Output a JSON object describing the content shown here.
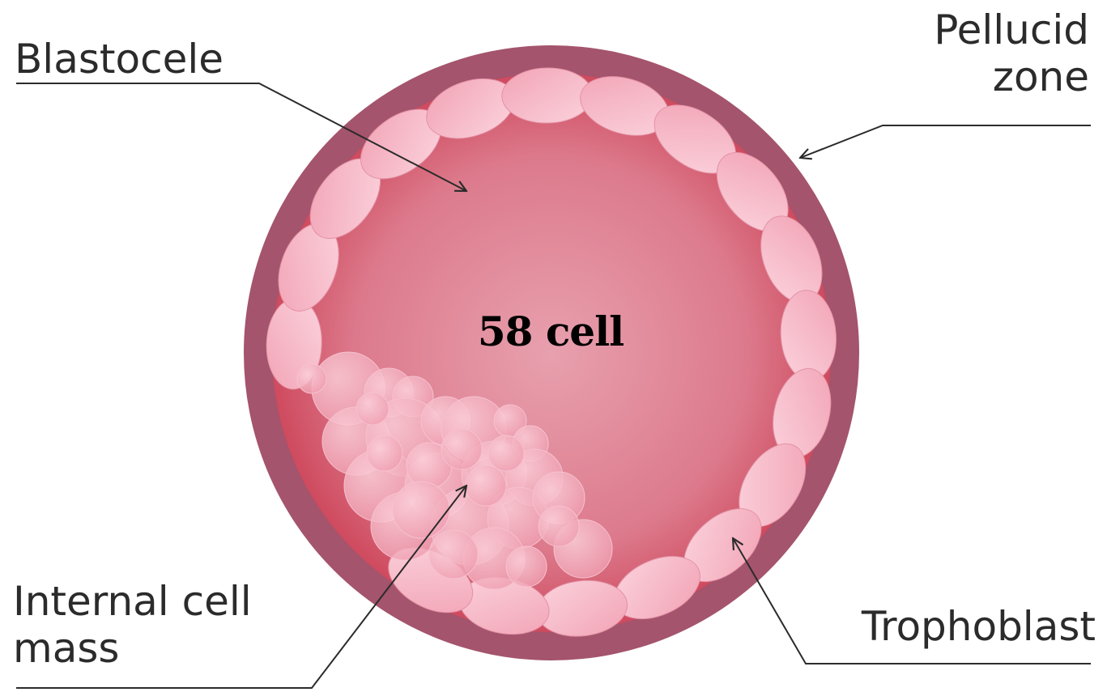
{
  "labels": {
    "blastocele": "Blastocele",
    "pellucid_zone": [
      "Pellucid",
      "zone"
    ],
    "internal_cell_mass": [
      "Internal cell",
      "mass"
    ],
    "trophoblast": "Trophoblast"
  },
  "center_text": "58 cell",
  "colors": {
    "pellucid_zone": "#a4546c",
    "blastocele_center": "#e8a0ae",
    "blastocele_edge": "#cf4a5e",
    "trophoblast_cell": "#f5b3c4",
    "icm_cell": "#f3a8b8",
    "leader_line": "#2b2b2b"
  }
}
